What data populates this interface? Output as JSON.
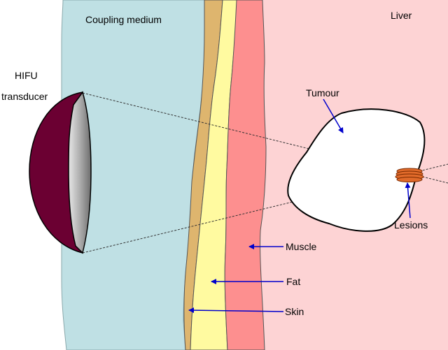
{
  "labels": {
    "coupling_medium": "Coupling medium",
    "liver": "Liver",
    "hifu_line1": "HIFU",
    "hifu_line2": "transducer",
    "tumour": "Tumour",
    "lesions": "Lesions",
    "muscle": "Muscle",
    "fat": "Fat",
    "skin": "Skin"
  },
  "colors": {
    "coupling_medium": "#bfe0e4",
    "liver": "#fdd3d4",
    "skin": "#deb56e",
    "fat": "#fffaa0",
    "muscle": "#fd8f8f",
    "transducer_body": "#6b0032",
    "transducer_face": "#9a9a9a",
    "tumour_fill": "#ffffff",
    "lesion": "#e06a2a",
    "arrow": "#0000cc"
  }
}
